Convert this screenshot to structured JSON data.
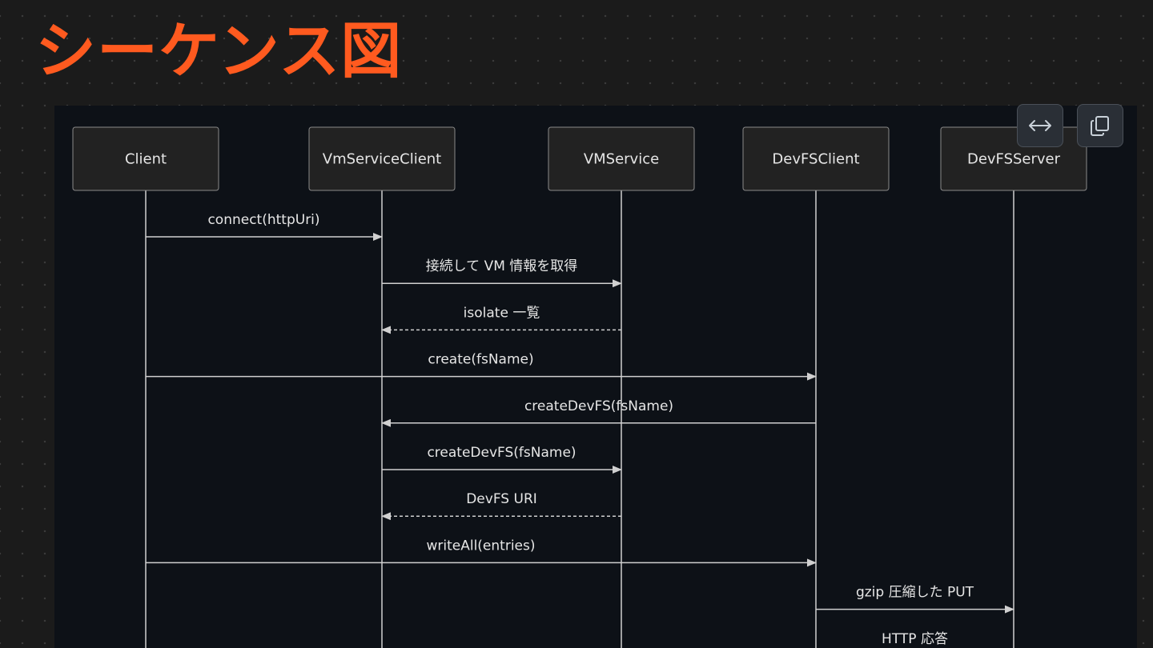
{
  "title": "シーケンス図",
  "toolbar": {
    "expand_icon": "left-right-arrow-icon",
    "copy_icon": "copy-icon"
  },
  "colors": {
    "title": "#ff5a1f",
    "background": "#1b1b1b",
    "panel": "#0d1117",
    "participant_fill": "#222222",
    "participant_border": "#8a8a8a",
    "line": "#d0d0d0",
    "text": "#e6e6e6"
  },
  "diagram": {
    "participants": [
      {
        "id": "client",
        "label": "Client"
      },
      {
        "id": "vmsc",
        "label": "VmServiceClient"
      },
      {
        "id": "vms",
        "label": "VMService"
      },
      {
        "id": "devfsc",
        "label": "DevFSClient"
      },
      {
        "id": "devfss",
        "label": "DevFSServer"
      }
    ],
    "messages": [
      {
        "from": "client",
        "to": "vmsc",
        "label": "connect(httpUri)",
        "style": "solid"
      },
      {
        "from": "vmsc",
        "to": "vms",
        "label": "接続して VM 情報を取得",
        "style": "solid"
      },
      {
        "from": "vms",
        "to": "vmsc",
        "label": "isolate 一覧",
        "style": "dashed"
      },
      {
        "from": "client",
        "to": "devfsc",
        "label": "create(fsName)",
        "style": "solid"
      },
      {
        "from": "devfsc",
        "to": "vmsc",
        "label": "createDevFS(fsName)",
        "style": "solid"
      },
      {
        "from": "vmsc",
        "to": "vms",
        "label": "createDevFS(fsName)",
        "style": "solid"
      },
      {
        "from": "vms",
        "to": "vmsc",
        "label": "DevFS URI",
        "style": "dashed"
      },
      {
        "from": "client",
        "to": "devfsc",
        "label": "writeAll(entries)",
        "style": "solid"
      },
      {
        "from": "devfsc",
        "to": "devfss",
        "label": "gzip 圧縮した PUT",
        "style": "solid"
      },
      {
        "from": "devfss",
        "to": "devfsc",
        "label": "HTTP 応答",
        "style": "dashed"
      }
    ]
  }
}
